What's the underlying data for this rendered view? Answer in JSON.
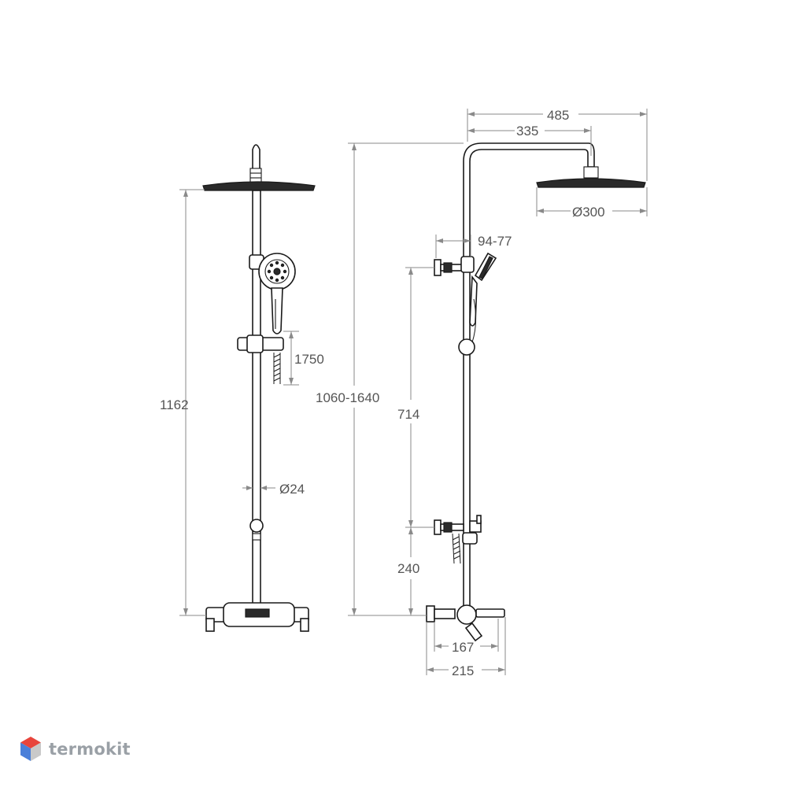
{
  "diagram": {
    "front_view": {
      "dimensions": {
        "total_height": "1162",
        "hose_length": "1750",
        "pipe_diameter": "Ø24"
      }
    },
    "side_view": {
      "dimensions": {
        "arm_reach": "485",
        "arm_length": "335",
        "head_diameter": "Ø300",
        "holder_offset": "94-77",
        "adjustable_height": "1060-1640",
        "holder_spacing": "714",
        "mixer_to_bracket": "240",
        "mixer_width": "167",
        "spout_length": "215"
      }
    }
  },
  "watermark": {
    "brand": "termokit",
    "colors": {
      "top": "#e8453c",
      "left": "#4a7fd9",
      "right": "#c9c9c9"
    }
  }
}
